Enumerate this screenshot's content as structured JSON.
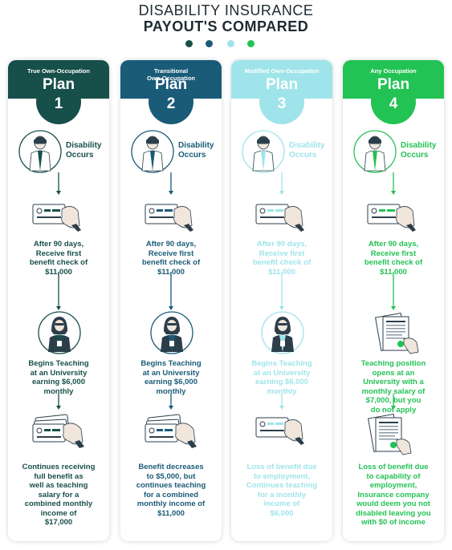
{
  "header": {
    "line1": "DISABILITY INSURANCE",
    "line2": "PAYOUT'S COMPARED",
    "dot_colors": [
      "#174f4a",
      "#1a5b78",
      "#9fe4ea",
      "#23c254"
    ]
  },
  "plan_word": "Plan",
  "plans": [
    {
      "subtitle": "True Own-Occupation",
      "number": "1",
      "color": "#174f4a",
      "text_color": "#174f4a",
      "disability": "Disability\nOccurs",
      "steps": [
        "After 90 days,\nReceive first\nbenefit check of\n$11,000",
        "Begins Teaching\nat an University\nearning $6,000\nmonthly",
        "Continues receiving\nfull benefit as\nwell as teaching\nsalary for a\ncombined monthly\nincome of\n$17,000"
      ],
      "icons": [
        "doctor-icon",
        "check-card-icon",
        "teacher-icon",
        "cash-stack-icon"
      ]
    },
    {
      "subtitle": "Transitional\nOwn-Occupation",
      "number": "2",
      "color": "#1a5b78",
      "text_color": "#1a5b78",
      "disability": "Disability\nOccurs",
      "steps": [
        "After 90 days,\nReceive first\nbenefit check of\n$11,000",
        "Begins Teaching\nat an University\nearning $6,000\nmonthly",
        "Benefit decreases\nto $5,000, but\ncontinues teaching\nfor a combined\nmonthly income of\n$11,000"
      ],
      "icons": [
        "doctor-icon",
        "check-card-icon",
        "teacher-icon",
        "cash-stack-icon"
      ]
    },
    {
      "subtitle": "Modified Own-Occupation",
      "number": "3",
      "color": "#9fe4ea",
      "text_color": "#9fe4ea",
      "disability": "Disability\nOccurs",
      "steps": [
        "After 90 days,\nReceive first\nbenefit check of\n$11,000",
        "Begins Teaching\nat an University\nearning $6,000\nmonthly",
        "Loss of benefit due\nto employment,\nContinues teaching\nfor a monthly\nincome of\n$6,000"
      ],
      "icons": [
        "doctor-icon",
        "check-card-icon",
        "teacher-icon",
        "check-card-icon"
      ]
    },
    {
      "subtitle": "Any Occupation",
      "number": "4",
      "color": "#23c254",
      "text_color": "#23c254",
      "disability": "Disability\nOccurs",
      "steps": [
        "After 90 days,\nReceive first\nbenefit check of\n$11,000",
        "Teaching position\nopens at an\nUniversity with a\nmonthly salary of\n$7,000, but you\ndo not apply",
        "Loss of benefit due\nto capability of\nemployment,\nInsurance company\nwould deem you not\ndisabled leaving you\nwith $0 of income"
      ],
      "icons": [
        "doctor-icon",
        "check-card-icon",
        "document-icon",
        "document-icon"
      ]
    }
  ]
}
